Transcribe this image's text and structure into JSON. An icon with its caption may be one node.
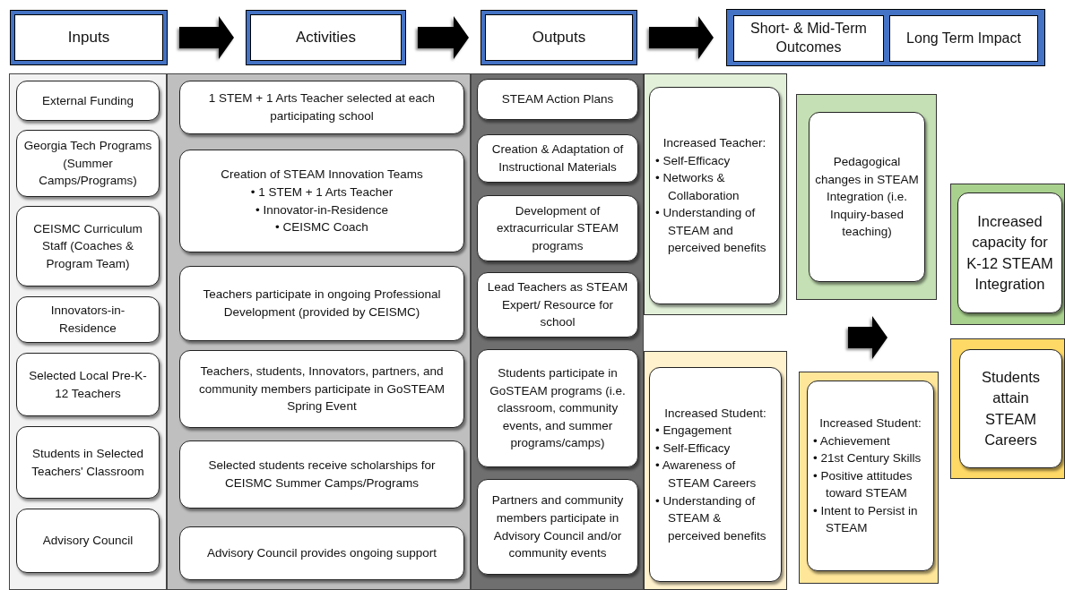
{
  "diagram": {
    "nodes": [
      {
        "text": [
          "Inputs"
        ]
      },
      {
        "text": [
          "Activities"
        ]
      },
      {
        "text": [
          "Outputs"
        ]
      },
      {
        "text": [],
        "shape": "box"
      },
      {
        "text": [
          "Short- & Mid-Term Outcomes"
        ],
        "in": 3
      },
      {
        "text": [
          "Long Term Impact"
        ],
        "in": 3
      },
      {
        "text": [],
        "shape": "box"
      },
      {
        "text": [
          "External Funding"
        ],
        "in": 6
      },
      {
        "text": [
          "Georgia Tech Programs (Summer Camps/Programs)"
        ],
        "in": 6
      },
      {
        "text": [
          "CEISMC Curriculum Staff (Coaches & Program Team)"
        ],
        "in": 6
      },
      {
        "text": [
          "Innovators-in-Residence"
        ],
        "in": 6
      },
      {
        "text": [
          "Selected Local Pre-K-12 Teachers"
        ],
        "in": 6
      },
      {
        "text": [
          "Students in Selected Teachers' Classroom"
        ],
        "in": 6
      },
      {
        "text": [
          "Advisory Council"
        ],
        "in": 6
      },
      {
        "text": [],
        "shape": "box"
      },
      {
        "text": [
          "1 STEM + 1 Arts Teacher selected at each participating school"
        ],
        "in": 14
      },
      {
        "text": [
          "Creation of STEAM Innovation Teams",
          "• 1 STEM + 1 Arts Teacher",
          "• Innovator-in-Residence",
          "• CEISMC Coach"
        ],
        "in": 14
      },
      {
        "text": [
          "Teachers participate in ongoing Professional Development (provided by CEISMC)"
        ],
        "in": 14
      },
      {
        "text": [
          "Teachers, students, Innovators, partners, and community members participate in GoSTEAM Spring Event"
        ],
        "in": 14
      },
      {
        "text": [
          "Selected students receive scholarships for CEISMC Summer Camps/Programs"
        ],
        "in": 14
      },
      {
        "text": [
          "Advisory Council provides ongoing support"
        ],
        "in": 14
      },
      {
        "text": [],
        "shape": "box"
      },
      {
        "text": [
          "STEAM Action Plans"
        ],
        "in": 21
      },
      {
        "text": [
          "Creation & Adaptation of Instructional Materials"
        ],
        "in": 21
      },
      {
        "text": [
          "Development of extracurricular STEAM programs"
        ],
        "in": 21
      },
      {
        "text": [
          "Lead Teachers as STEAM Expert/ Resource for school"
        ],
        "in": 21
      },
      {
        "text": [
          "Students participate in GoSTEAM programs (i.e. classroom, community events, and summer programs/camps)"
        ],
        "in": 21
      },
      {
        "text": [
          "Partners and community members participate in Advisory Council and/or community events"
        ],
        "in": 21
      },
      {
        "text": [],
        "shape": "box"
      },
      {
        "text": [
          "Increased Teacher:",
          "• Self-Efficacy",
          "• Networks & Collaboration",
          "• Understanding of STEAM and perceived benefits"
        ],
        "in": 28
      },
      {
        "text": [],
        "shape": "box"
      },
      {
        "text": [
          "Increased Student:",
          "• Engagement",
          "• Self-Efficacy",
          "• Awareness of STEAM Careers",
          "• Understanding of STEAM & perceived benefits"
        ],
        "in": 30
      },
      {
        "text": [],
        "shape": "box"
      },
      {
        "text": [
          "Pedagogical changes in STEAM Integration (i.e. Inquiry-based teaching)"
        ],
        "in": 32
      },
      {
        "text": [],
        "shape": "box"
      },
      {
        "text": [
          "Increased Student:",
          "• Achievement",
          "• 21st Century Skills",
          "• Positive attitudes toward STEAM",
          "• Intent to Persist in STEAM"
        ],
        "in": 34
      },
      {
        "text": [],
        "shape": "box"
      },
      {
        "text": [
          "Increased capacity for K-12 STEAM Integration"
        ],
        "in": 36
      },
      {
        "text": [],
        "shape": "box"
      },
      {
        "text": [
          "Students attain STEAM Careers"
        ],
        "in": 38
      }
    ],
    "edges": [
      {
        "from": 0,
        "to": 1,
        "arrow": "to"
      },
      {
        "from": 1,
        "to": 2,
        "arrow": "to"
      },
      {
        "from": 2,
        "to": 3,
        "arrow": "to"
      }
    ]
  }
}
